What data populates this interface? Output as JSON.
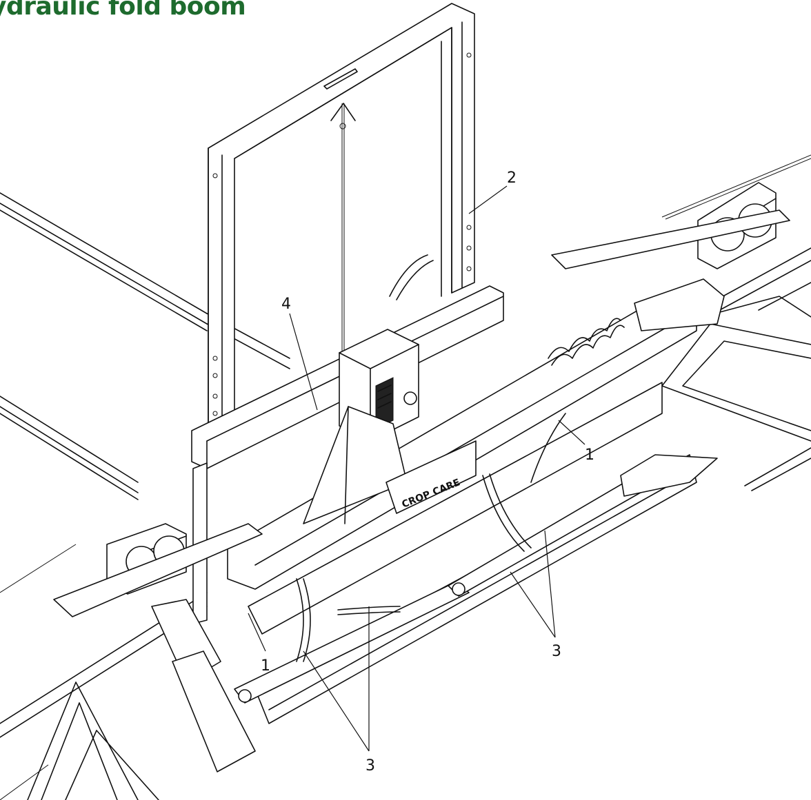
{
  "title": "ydraulic fold boom",
  "brand_label": "CROP CARE",
  "title_color": "#1e6b2e",
  "callouts": [
    {
      "id": "c2",
      "label": "2"
    },
    {
      "id": "c4",
      "label": "4"
    },
    {
      "id": "c1a",
      "label": "1"
    },
    {
      "id": "c1b",
      "label": "1"
    },
    {
      "id": "c3a",
      "label": "3"
    },
    {
      "id": "c3b",
      "label": "3"
    }
  ]
}
